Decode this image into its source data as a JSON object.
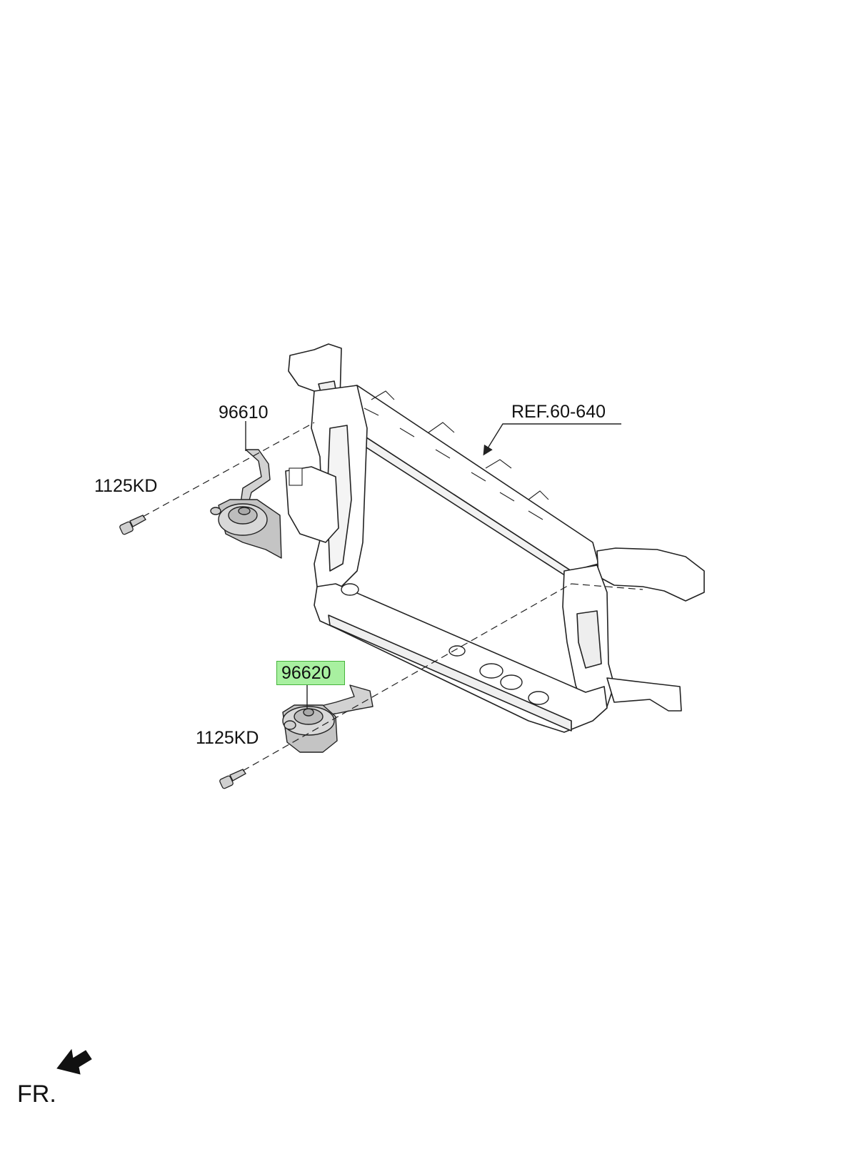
{
  "labels": {
    "part_upper": "96610",
    "part_lower": "96620",
    "bolt_upper": "1125KD",
    "bolt_lower": "1125KD",
    "reference": "REF.60-640",
    "front_marker": "FR."
  },
  "highlight": {
    "part": "96620",
    "fill": "#a8f0a0",
    "border": "#46b43c"
  },
  "colors": {
    "line": "#222222",
    "part_fill": "#d6d6d6",
    "part_shade": "#a9a9a9",
    "frame_fill": "#ffffff"
  }
}
